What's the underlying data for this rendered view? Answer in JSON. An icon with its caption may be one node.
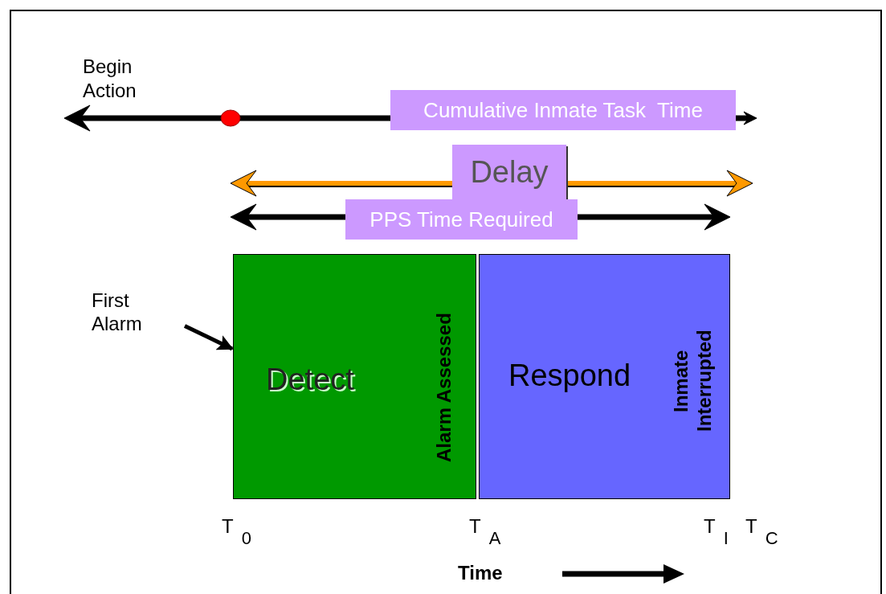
{
  "diagram": {
    "nodes": [
      {
        "text": [
          "Cumulative Inmate Task  Time"
        ]
      },
      {
        "text": [
          "Delay"
        ]
      },
      {
        "text": [
          "PPS Time Required"
        ]
      },
      {
        "text": [
          "Detect",
          "Alarm Assessed"
        ]
      },
      {
        "text": [
          "Respond",
          "Inmate Interrupted"
        ]
      },
      {
        "text": [
          "First Alarm"
        ]
      }
    ],
    "edges": [
      {
        "from": 5,
        "to": 3,
        "arrow": "to"
      }
    ],
    "labels": [
      "Begin Action",
      "T$_{0}$",
      "T$_{A}$",
      "T$_{I}$",
      "T$_{C}$",
      "Time"
    ]
  }
}
